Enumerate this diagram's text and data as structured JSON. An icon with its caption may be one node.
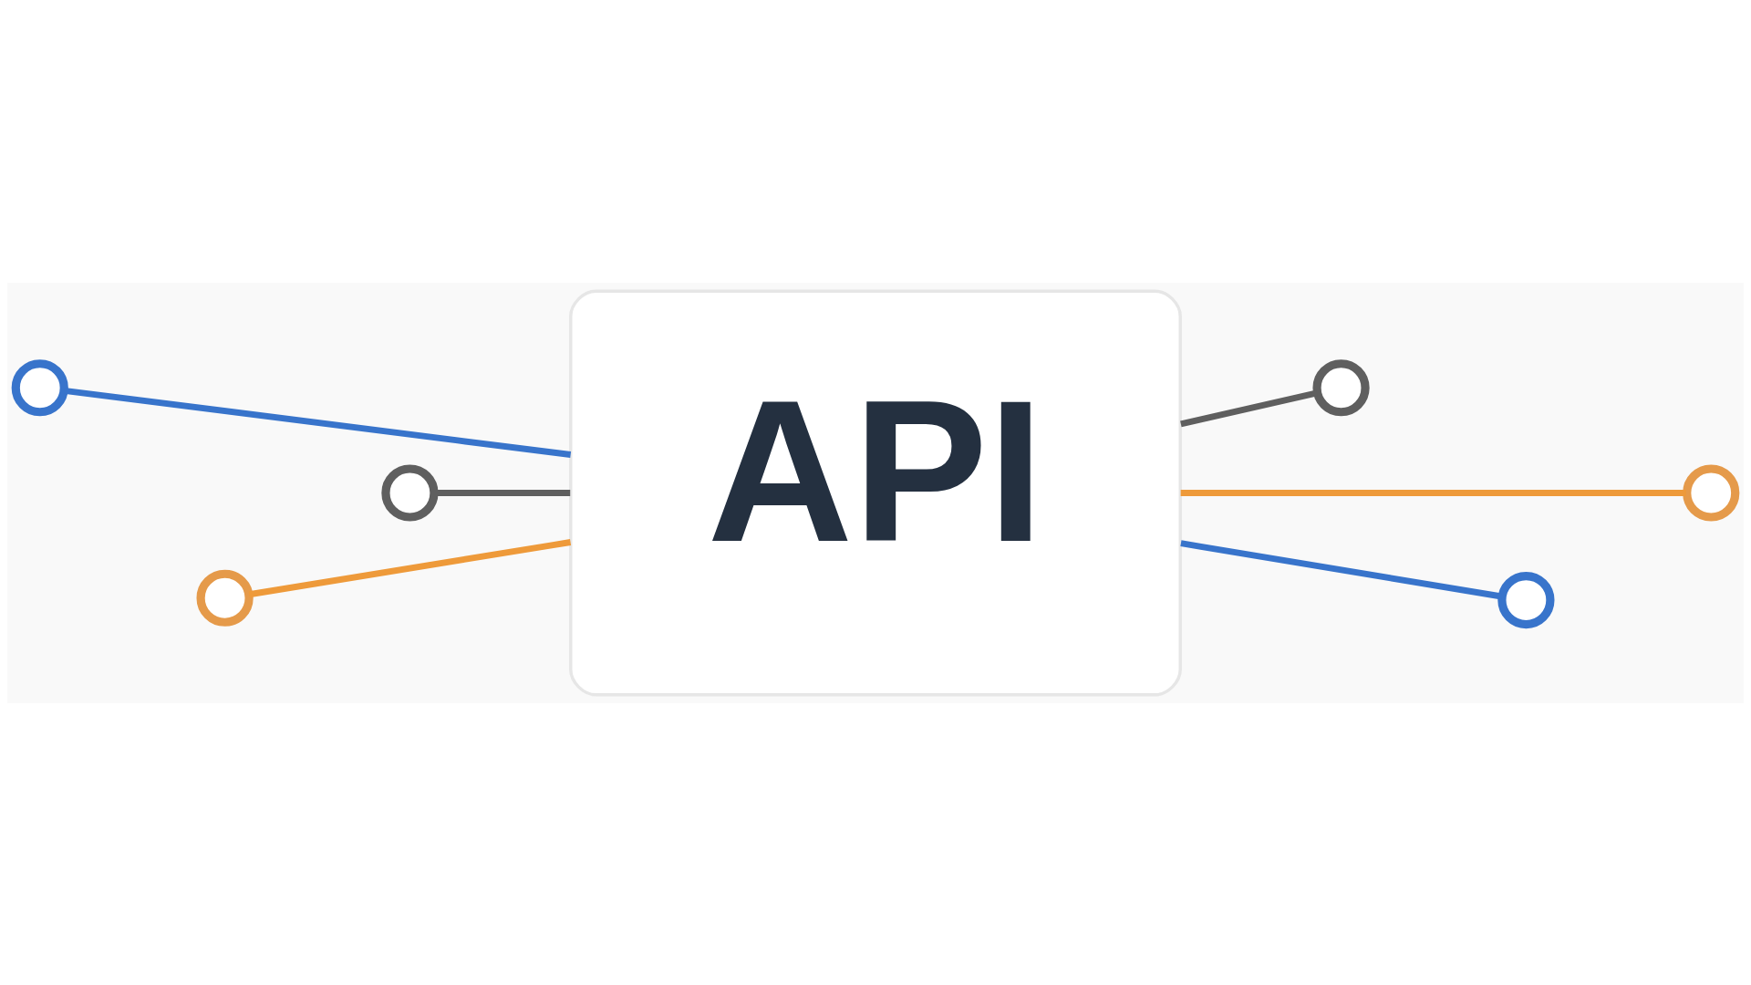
{
  "diagram": {
    "nodes": [
      {
        "text": [
          "API"
        ]
      },
      {
        "text": [],
        "shape": "circle"
      },
      {
        "text": [],
        "shape": "circle"
      },
      {
        "text": [],
        "shape": "circle"
      },
      {
        "text": [],
        "shape": "circle"
      },
      {
        "text": [],
        "shape": "circle"
      },
      {
        "text": [],
        "shape": "circle"
      }
    ],
    "edges": [
      {
        "from": 1,
        "to": 0,
        "arrow": "none",
        "color": "#3874cb"
      },
      {
        "from": 2,
        "to": 0,
        "arrow": "none",
        "color": "#5f5f5f"
      },
      {
        "from": 3,
        "to": 0,
        "arrow": "none",
        "color": "#ee9a3a"
      },
      {
        "from": 0,
        "to": 4,
        "arrow": "none",
        "color": "#5f5f5f"
      },
      {
        "from": 0,
        "to": 5,
        "arrow": "none",
        "color": "#ee9a3a"
      },
      {
        "from": 0,
        "to": 6,
        "arrow": "none",
        "color": "#3874cb"
      }
    ]
  }
}
